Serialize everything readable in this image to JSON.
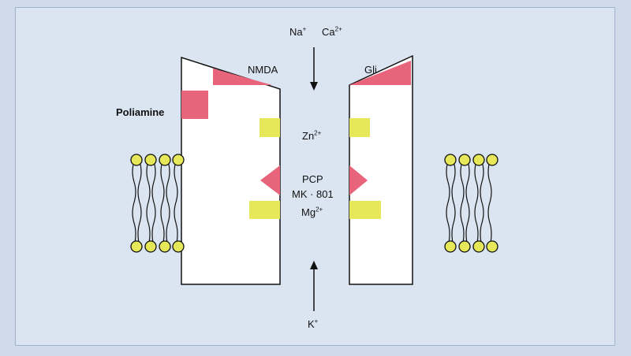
{
  "diagram": {
    "ion_top_1": "Na",
    "ion_top_1_sup": "+",
    "ion_top_2": "Ca",
    "ion_top_2_sup": "2+",
    "nmda_label": "NMDA",
    "gli_label": "Gli",
    "poliamine_label": "Poliamine",
    "zn_label": "Zn",
    "zn_sup": "2+",
    "pcp_label": "PCP",
    "mk_label": "MK · 801",
    "mg_label": "Mg",
    "mg_sup": "2+",
    "k_label": "K",
    "k_sup": "+"
  },
  "colors": {
    "site_red": "#e8647a",
    "site_yellow": "#e6e85a",
    "outline": "#111111",
    "panel_bg": "#dbe5f2"
  }
}
